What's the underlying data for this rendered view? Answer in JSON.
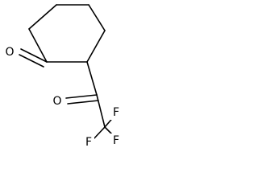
{
  "molecule": {
    "atoms": {
      "ketone_oxygen": "O",
      "acyl_oxygen": "O",
      "fluorine_top": "F",
      "fluorine_right": "F",
      "fluorine_bottom": "F"
    },
    "colors": {
      "bond": "#000000",
      "label": "#000000",
      "background": "#ffffff"
    }
  }
}
